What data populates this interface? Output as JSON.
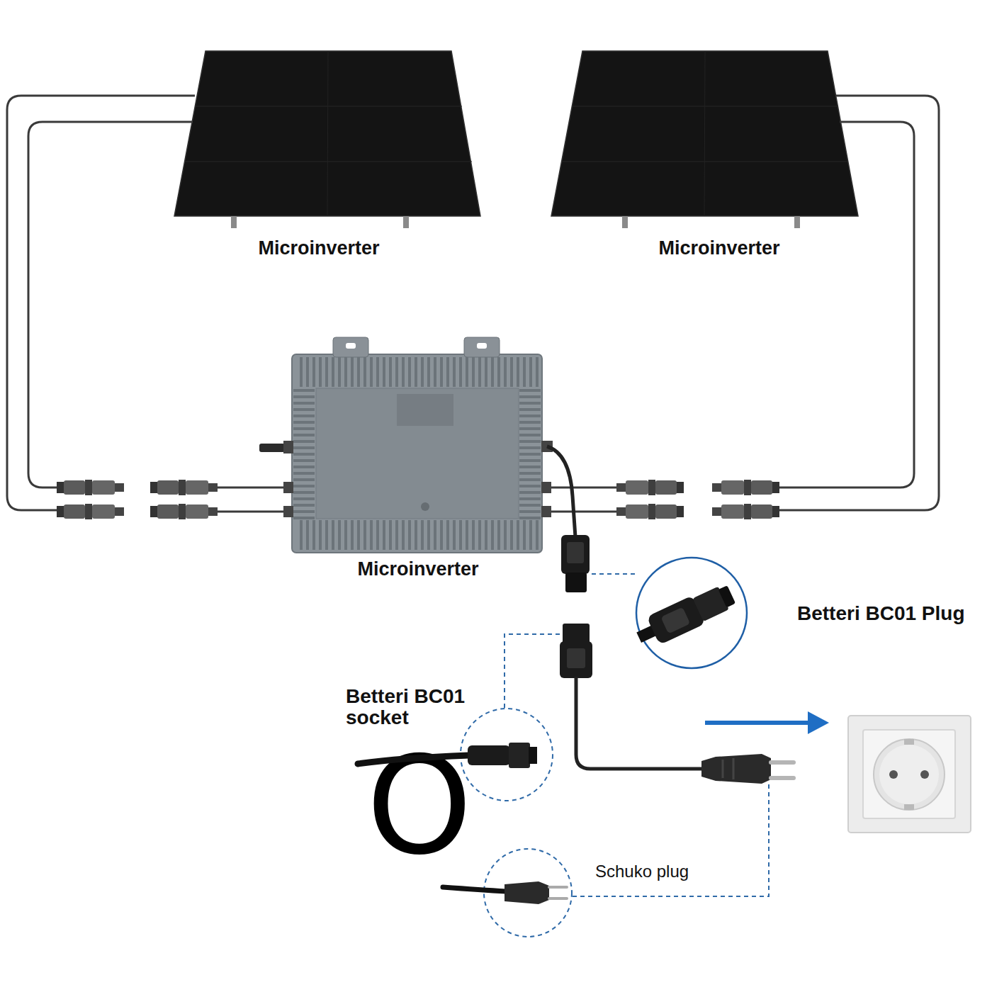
{
  "diagram": {
    "nodes": [
      {
        "text": [
          "Microinverter"
        ]
      },
      {
        "text": [
          "Microinverter"
        ]
      },
      {
        "text": [
          "Microinverter"
        ]
      },
      {
        "text": [
          "Betteri BC01 Plug"
        ]
      },
      {
        "text": [
          "Betteri BC01 socket"
        ]
      },
      {
        "text": [
          "Schuko plug"
        ]
      }
    ],
    "labels": [
      "O"
    ]
  }
}
